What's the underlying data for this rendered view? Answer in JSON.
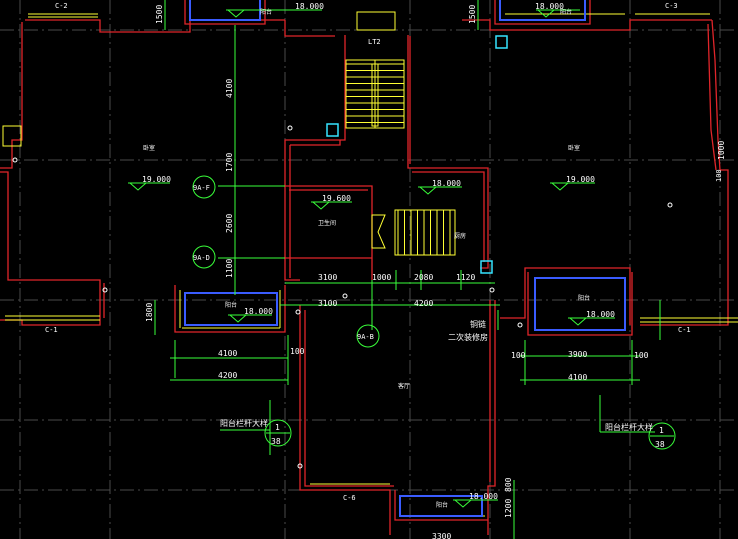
{
  "drawing": {
    "top_left_tag": "C-2",
    "top_right_tag": "C-3",
    "bottom_left_tag": "C-1",
    "bottom_right_tag": "C-1",
    "bottom_center_tag": "C-6",
    "stair_tag": "LT2",
    "room_large_left": "卧室",
    "room_large_right": "卧室",
    "room_center": "客厅",
    "room_small": "卫生间",
    "room_balcony_left": "阳台",
    "room_balcony_right": "阳台",
    "room_balcony_bottom": "阳台",
    "room_top_left": "阳台",
    "room_top_right": "阳台",
    "room_small2": "厨房",
    "note_center": "二次装修房",
    "note_center2": "铜链",
    "note_left": "阳台栏杆大样",
    "note_right": "阳台栏杆大样",
    "detail_num": "1",
    "detail_sheet": "38",
    "axis_f": "9A-F",
    "axis_d": "9A-D",
    "axis_b": "9A-B",
    "elev_19000": "19.000",
    "elev_18000": "18.000",
    "elev_19600": "19.600",
    "dim_1500": "1500",
    "dim_4100": "4100",
    "dim_1700": "1700",
    "dim_2600": "2600",
    "dim_1100": "1100",
    "dim_3100": "3100",
    "dim_1000": "1000",
    "dim_2080": "2080",
    "dim_1120": "1120",
    "dim_4200": "4200",
    "dim_1800": "1800",
    "dim_100": "100",
    "dim_3900": "3900",
    "dim_800": "800",
    "dim_1200": "1200",
    "dim_3300": "3300",
    "dim_1000b": "1000"
  }
}
